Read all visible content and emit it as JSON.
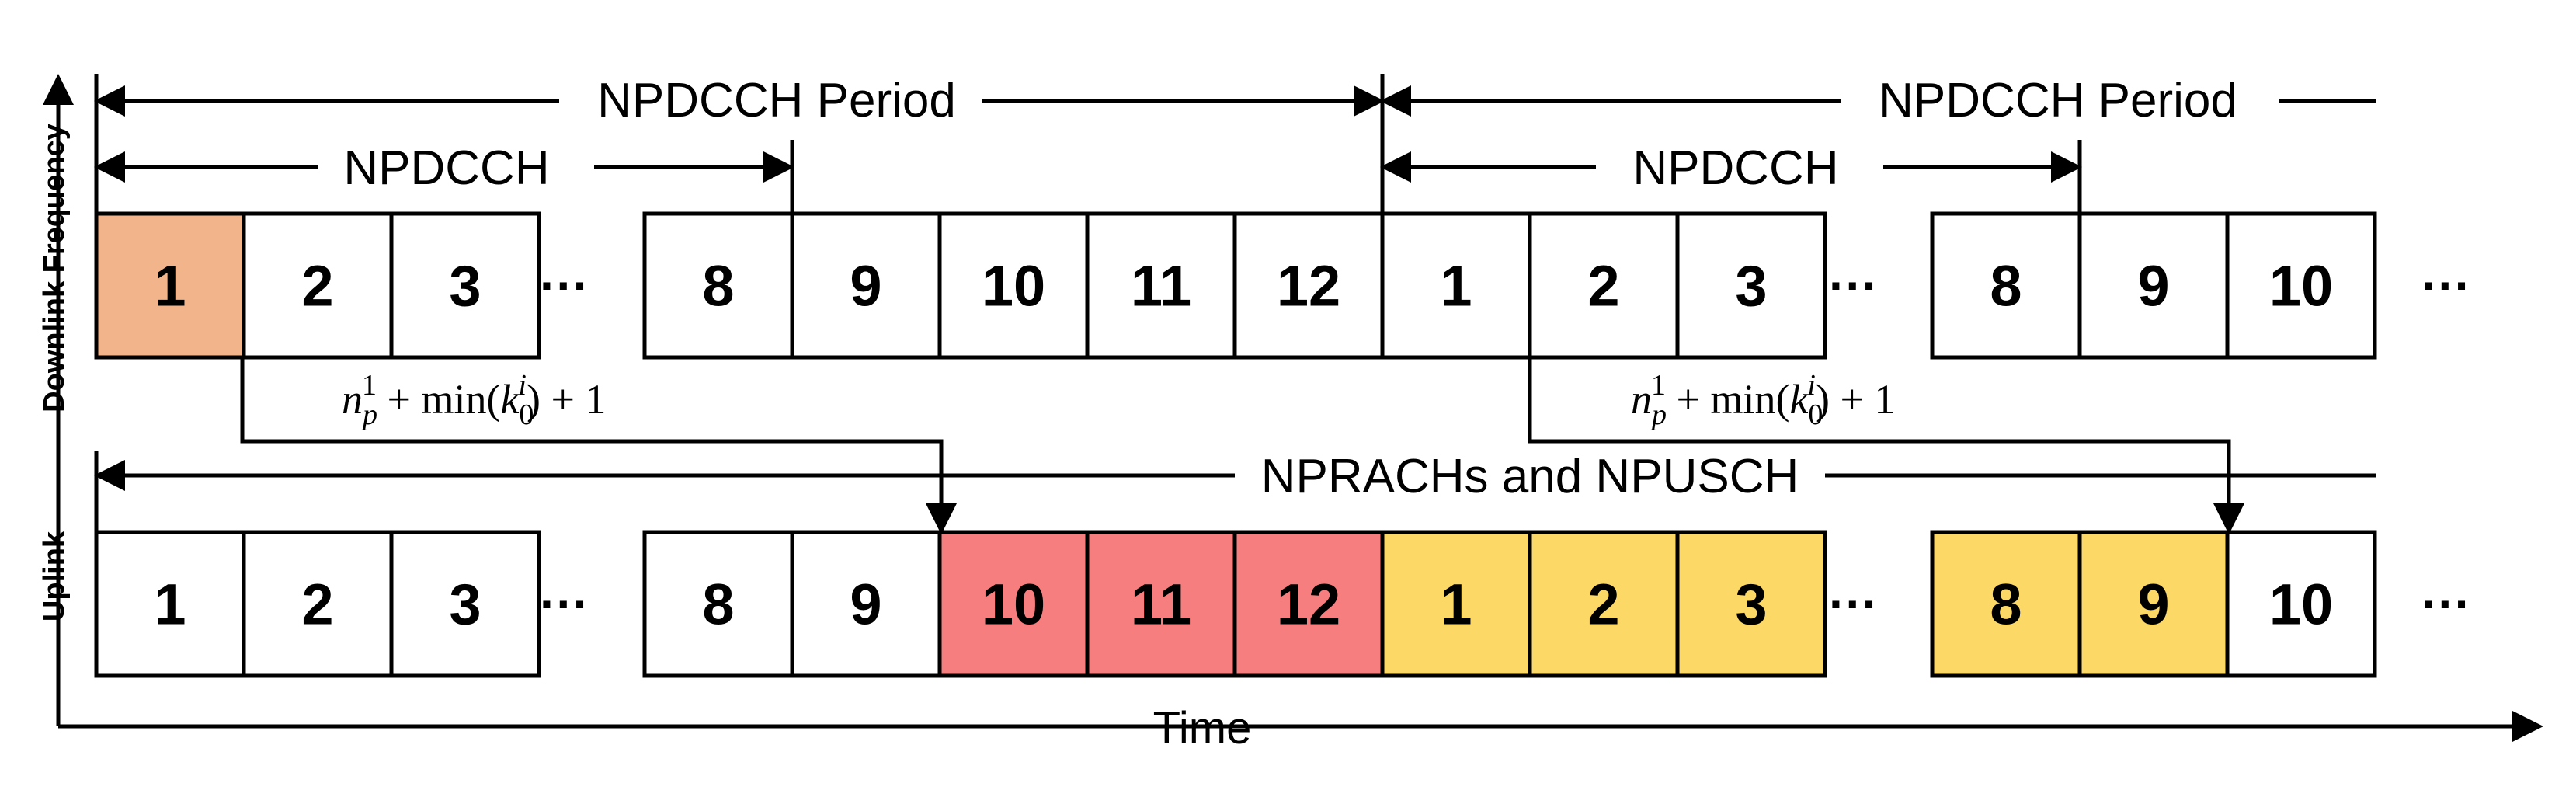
{
  "axes": {
    "downlink_label": "Downlink Frequency",
    "uplink_label": "Uplink",
    "time_label": "Time"
  },
  "labels": {
    "period_1": "NPDCCH Period",
    "period_2": "NPDCCH Period",
    "npdcch_1": "NPDCCH",
    "npdcch_2": "NPDCCH",
    "uplink_span": "NPRACHs and NPUSCH"
  },
  "formula": {
    "n": "n",
    "n_sub": "p",
    "n_sup": "1",
    "plus_min": " + min(",
    "k": "k",
    "k_sub": "0",
    "k_sup": "i",
    "close": ") + 1"
  },
  "ellipsis": "···",
  "downlink_groups": [
    {
      "cells": [
        {
          "label": "1",
          "fill": "#f2b48a"
        },
        {
          "label": "2",
          "fill": "#ffffff"
        },
        {
          "label": "3",
          "fill": "#ffffff"
        }
      ]
    },
    {
      "cells": [
        {
          "label": "8",
          "fill": "#ffffff"
        },
        {
          "label": "9",
          "fill": "#ffffff"
        },
        {
          "label": "10",
          "fill": "#ffffff"
        },
        {
          "label": "11",
          "fill": "#ffffff"
        },
        {
          "label": "12",
          "fill": "#ffffff"
        },
        {
          "label": "1",
          "fill": "#ffffff"
        },
        {
          "label": "2",
          "fill": "#ffffff"
        },
        {
          "label": "3",
          "fill": "#ffffff"
        }
      ]
    },
    {
      "cells": [
        {
          "label": "8",
          "fill": "#ffffff"
        },
        {
          "label": "9",
          "fill": "#ffffff"
        },
        {
          "label": "10",
          "fill": "#ffffff"
        }
      ]
    }
  ],
  "uplink_groups": [
    {
      "cells": [
        {
          "label": "1",
          "fill": "#ffffff"
        },
        {
          "label": "2",
          "fill": "#ffffff"
        },
        {
          "label": "3",
          "fill": "#ffffff"
        }
      ]
    },
    {
      "cells": [
        {
          "label": "8",
          "fill": "#ffffff"
        },
        {
          "label": "9",
          "fill": "#ffffff"
        },
        {
          "label": "10",
          "fill": "#f77e7e"
        },
        {
          "label": "11",
          "fill": "#f77e7e"
        },
        {
          "label": "12",
          "fill": "#f77e7e"
        },
        {
          "label": "1",
          "fill": "#fcd867"
        },
        {
          "label": "2",
          "fill": "#fcd867"
        },
        {
          "label": "3",
          "fill": "#fcd867"
        }
      ]
    },
    {
      "cells": [
        {
          "label": "8",
          "fill": "#fcd867"
        },
        {
          "label": "9",
          "fill": "#fcd867"
        },
        {
          "label": "10",
          "fill": "#ffffff"
        }
      ]
    }
  ]
}
